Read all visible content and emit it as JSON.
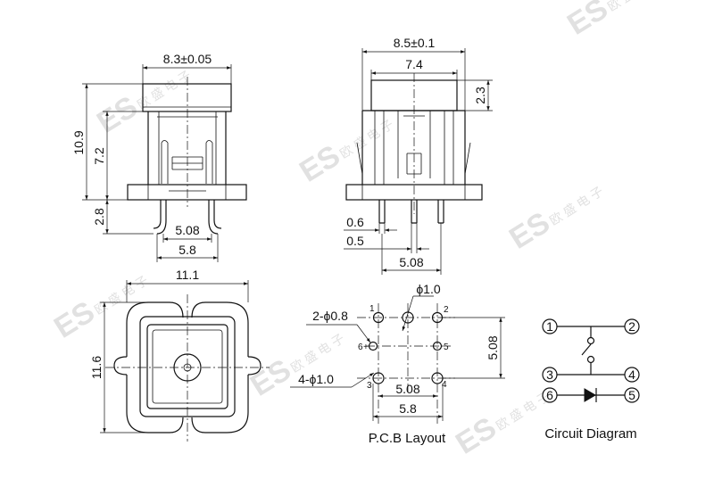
{
  "watermark": {
    "brand": "ES",
    "cn": "欧 盛 电 子"
  },
  "views": {
    "front": {
      "width_label": "8.3±0.05",
      "height_label": "10.9",
      "body_height_label": "7.2",
      "pin_height_label": "2.8",
      "pin_pitch_label": "5.08",
      "pin_span_label": "5.8"
    },
    "side": {
      "width_label": "8.5±0.1",
      "cap_width_label": "7.4",
      "cap_height_label": "2.3",
      "pin_w1_label": "0.6",
      "pin_w2_label": "0.5",
      "pin_pitch_label": "5.08"
    },
    "top": {
      "width_label": "11.1",
      "height_label": "11.6"
    },
    "pcb": {
      "caption": "P.C.B Layout",
      "hole_small_label": "ϕ1.0",
      "hole_2_label": "2-ϕ0.8",
      "hole_4_label": "4-ϕ1.0",
      "row_pitch_label": "5.08",
      "col_pitch_label": "5.08",
      "span_label": "5.8",
      "pins": {
        "p1": "1",
        "p2": "2",
        "p3": "3",
        "p4": "4",
        "p5": "5",
        "p6": "6",
        "plus": "+"
      }
    },
    "circuit": {
      "caption": "Circuit Diagram",
      "n1": "1",
      "n2": "2",
      "n3": "3",
      "n4": "4",
      "n5": "5",
      "n6": "6"
    }
  }
}
